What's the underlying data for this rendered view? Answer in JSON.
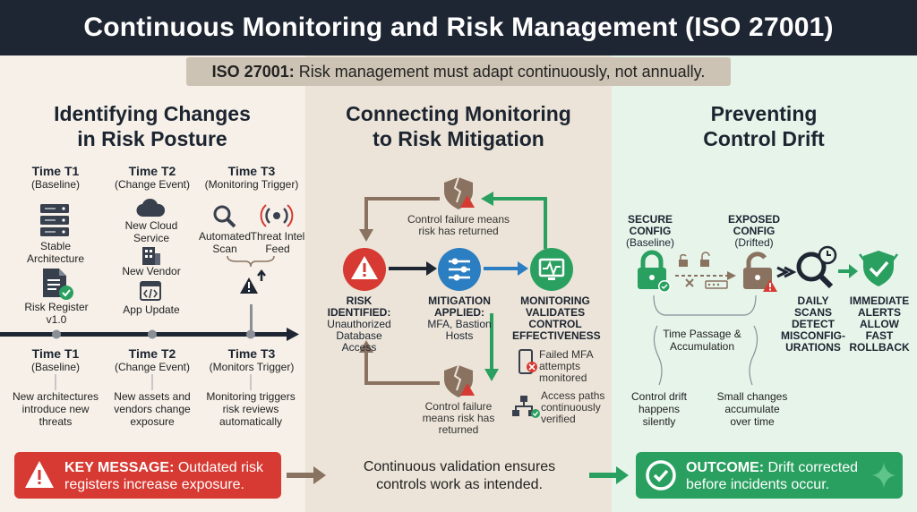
{
  "header": {
    "title": "Continuous Monitoring and Risk Management (ISO 27001)"
  },
  "banner": {
    "bold": "ISO 27001:",
    "text": " Risk management must adapt continuously, not annually."
  },
  "col1": {
    "title_line1": "Identifying Changes",
    "title_line2": "in Risk Posture",
    "top": [
      {
        "time": "Time T1",
        "sub": "(Baseline)"
      },
      {
        "time": "Time T2",
        "sub": "(Change Event)"
      },
      {
        "time": "Time T3",
        "sub": "(Monitoring Trigger)"
      }
    ],
    "stable": [
      "Stable",
      "Architecture"
    ],
    "risk_register": [
      "Risk Register",
      "v1.0"
    ],
    "new_cloud": [
      "New Cloud",
      "Service"
    ],
    "new_vendor": "New Vendor",
    "app_update": "App Update",
    "auto_scan": [
      "Automated",
      "Scan"
    ],
    "threat_feed": [
      "Threat Intel",
      "Feed"
    ],
    "bottom": [
      {
        "time": "Time T1",
        "sub": "(Baseline)",
        "desc": [
          "New architectures",
          "introduce new",
          "threats"
        ]
      },
      {
        "time": "Time T2",
        "sub": "(Change Event)",
        "desc": [
          "New assets and",
          "vendors change",
          "exposure"
        ]
      },
      {
        "time": "Time T3",
        "sub": "(Monitors Trigger)",
        "desc": [
          "Monitoring triggers",
          "risk reviews",
          "automatically"
        ]
      }
    ]
  },
  "col2": {
    "title_line1": "Connecting Monitoring",
    "title_line2": "to Risk Mitigation",
    "cf_top": [
      "Control failure means",
      "risk has returned"
    ],
    "risk": [
      "RISK",
      "IDENTIFIED:",
      "Unauthorized",
      "Database Access"
    ],
    "mitigation": [
      "MITIGATION",
      "APPLIED:",
      "MFA, Bastion",
      "Hosts"
    ],
    "monitoring": [
      "MONITORING",
      "VALIDATES",
      "CONTROL",
      "EFFECTIVENESS"
    ],
    "failed_mfa": [
      "Failed MFA",
      "attempts",
      "monitored"
    ],
    "access_paths": [
      "Access paths",
      "continuously",
      "verified"
    ],
    "cf_bottom": [
      "Control failure",
      "means risk has",
      "returned"
    ]
  },
  "col3": {
    "title_line1": "Preventing",
    "title_line2": "Control Drift",
    "secure": [
      "SECURE",
      "CONFIG",
      "(Baseline)"
    ],
    "exposed": [
      "EXPOSED",
      "CONFIG",
      "(Drifted)"
    ],
    "daily": [
      "DAILY",
      "SCANS",
      "DETECT",
      "MISCONFIG-",
      "URATIONS"
    ],
    "alerts": [
      "IMMEDIATE",
      "ALERTS",
      "ALLOW",
      "FAST",
      "ROLLBACK"
    ],
    "passage": [
      "Time Passage &",
      "Accumulation"
    ],
    "drift": [
      "Control drift",
      "happens",
      "silently"
    ],
    "small": [
      "Small changes",
      "accumulate",
      "over time"
    ]
  },
  "footer": {
    "key_bold": "KEY MESSAGE:",
    "key_text": " Outdated risk registers increase exposure.",
    "center": [
      "Continuous validation ensures",
      "controls work as intended."
    ],
    "out_bold": "OUTCOME:",
    "out_text": " Drift corrected before incidents occur."
  },
  "colors": {
    "header": "#1f2633",
    "red": "#d63a32",
    "green": "#2aa060",
    "blue": "#2b7ec1",
    "brown": "#8a7260",
    "dark": "#1f2633"
  }
}
